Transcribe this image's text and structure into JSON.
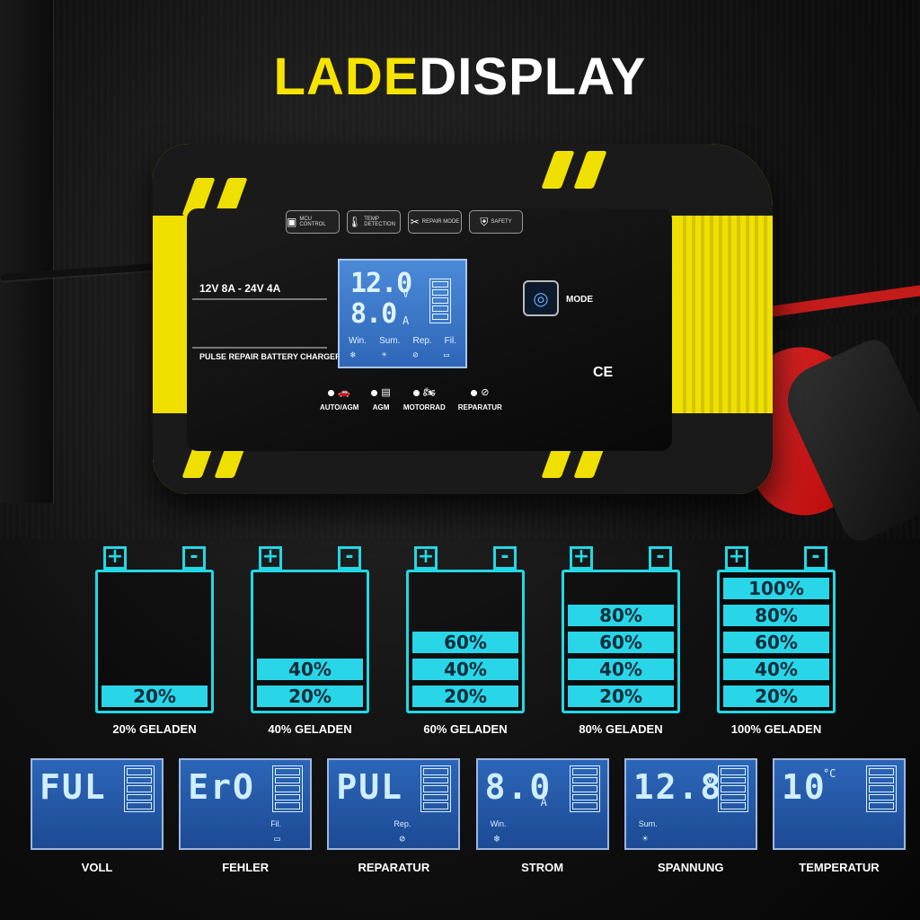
{
  "title": {
    "part1": "LADE",
    "part2": "DISPLAY"
  },
  "charger": {
    "features": [
      {
        "icon": "chip-icon",
        "label": "MCU CONTROL"
      },
      {
        "icon": "thermometer-icon",
        "label": "TEMP DETECTION"
      },
      {
        "icon": "tools-icon",
        "label": "REPAIR MODE"
      },
      {
        "icon": "shield-icon",
        "label": "SAFETY"
      }
    ],
    "spec": "12V 8A - 24V 4A",
    "brand": "PULSE REPAIR BATTERY CHARGER",
    "lcd": {
      "line1": "12.0",
      "unit1": "V",
      "line2": "8.0",
      "unit2": "A",
      "labels": [
        "Win.",
        "Sum.",
        "Rep.",
        "Fil."
      ]
    },
    "mode_label": "MODE",
    "ce_mark": "CE",
    "modes": [
      {
        "icon": "car-icon",
        "label": "AUTO/AGM"
      },
      {
        "icon": "battery-icon",
        "label": "AGM"
      },
      {
        "icon": "motorcycle-icon",
        "label": "MOTORRAD"
      },
      {
        "icon": "repair-icon",
        "label": "REPARATUR"
      }
    ]
  },
  "batteries": [
    {
      "level": 20,
      "cells": [
        "20%"
      ],
      "caption": "20% GELADEN"
    },
    {
      "level": 40,
      "cells": [
        "20%",
        "40%"
      ],
      "caption": "40% GELADEN"
    },
    {
      "level": 60,
      "cells": [
        "20%",
        "40%",
        "60%"
      ],
      "caption": "60% GELADEN"
    },
    {
      "level": 80,
      "cells": [
        "20%",
        "40%",
        "60%",
        "80%"
      ],
      "caption": "80% GELADEN"
    },
    {
      "level": 100,
      "cells": [
        "20%",
        "40%",
        "60%",
        "80%",
        "100%"
      ],
      "caption": "100% GELADEN"
    }
  ],
  "states": [
    {
      "display": "FUL",
      "unit": "",
      "sub": "",
      "caption": "VOLL"
    },
    {
      "display": "ErO",
      "unit": "",
      "sub": "Fil.",
      "caption": "FEHLER"
    },
    {
      "display": "PUL",
      "unit": "",
      "sub": "Rep.",
      "caption": "REPARATUR"
    },
    {
      "display": "8.0",
      "unit": "A",
      "sub": "Win.",
      "caption": "STROM"
    },
    {
      "display": "12.8",
      "unit": "V",
      "sub": "Sum.",
      "caption": "SPANNUNG"
    },
    {
      "display": "10",
      "unit": "°C",
      "sub": "",
      "caption": "TEMPERATUR"
    }
  ],
  "colors": {
    "accent_yellow": "#f6e400",
    "cyan": "#22d8e6",
    "lcd_blue": "#2c66b8"
  }
}
